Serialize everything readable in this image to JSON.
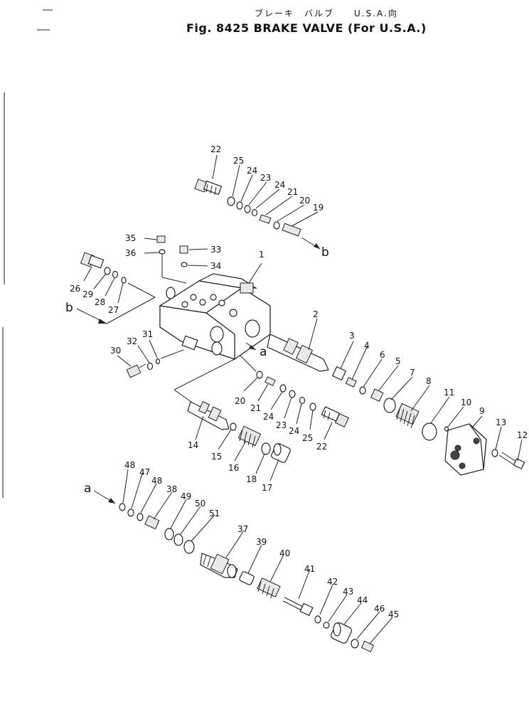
{
  "title": {
    "japanese": "ブレーキ　バルブ　　U.S.A.向",
    "main": "Fig. 8425   BRAKE VALVE (For U.S.A.)"
  },
  "arrow_labels": {
    "a": "a",
    "b": "b"
  },
  "part_numbers": {
    "p1": "1",
    "p2": "2",
    "p3": "3",
    "p4": "4",
    "p5": "5",
    "p6": "6",
    "p7": "7",
    "p8": "8",
    "p9": "9",
    "p10": "10",
    "p11": "11",
    "p12": "12",
    "p13": "13",
    "p14": "14",
    "p15": "15",
    "p16": "16",
    "p17": "17",
    "p18": "18",
    "p19": "19",
    "p20": "20",
    "p21": "21",
    "p22": "22",
    "p23": "23",
    "p24": "24",
    "p25": "25",
    "p26": "26",
    "p27": "27",
    "p28": "28",
    "p29": "29",
    "p30": "30",
    "p31": "31",
    "p32": "32",
    "p33": "33",
    "p34": "34",
    "p35": "35",
    "p36": "36",
    "p37": "37",
    "p38": "38",
    "p39": "39",
    "p40": "40",
    "p41": "41",
    "p42": "42",
    "p43": "43",
    "p44": "44",
    "p45": "45",
    "p46": "46",
    "p47": "47",
    "p48": "48",
    "p49": "49",
    "p50": "50",
    "p51": "51"
  },
  "colors": {
    "ink": "#111111",
    "paper": "#ffffff"
  }
}
